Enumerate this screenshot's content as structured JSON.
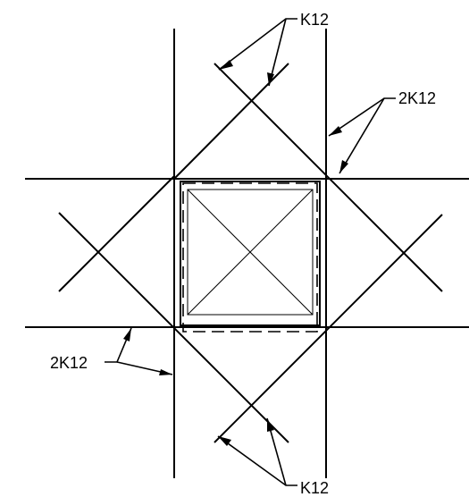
{
  "labels": {
    "top_right": "K12",
    "upper_right": "2K12",
    "lower_left": "2K12",
    "bottom_right": "K12"
  }
}
